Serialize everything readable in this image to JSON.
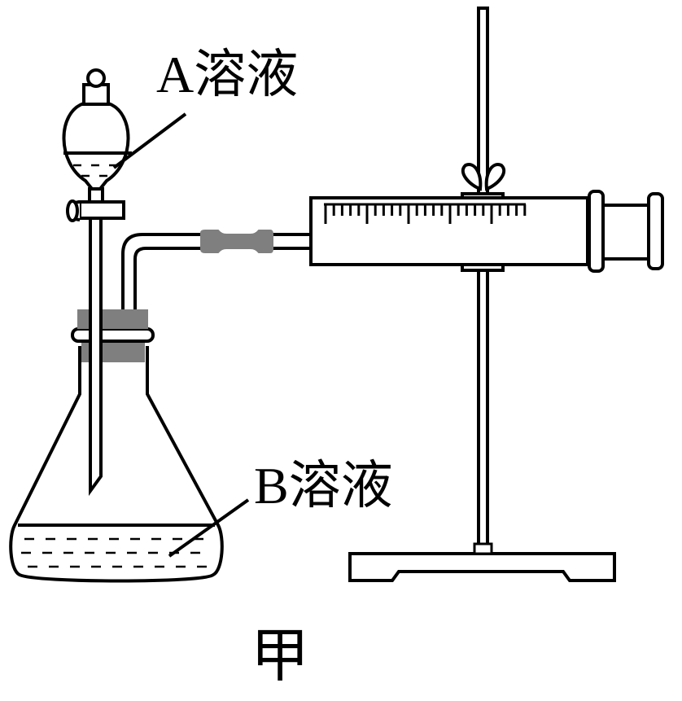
{
  "labels": {
    "a_solution": "A溶液",
    "b_solution": "B溶液",
    "figure_caption": "甲"
  },
  "colors": {
    "line": "#000000",
    "rubber": "#7f7f7f",
    "background": "#ffffff"
  },
  "parts": [
    "separatory-funnel",
    "stopcock",
    "conical-flask",
    "rubber-stopper",
    "delivery-tube",
    "rubber-connector",
    "syringe",
    "iron-stand",
    "clamp"
  ]
}
